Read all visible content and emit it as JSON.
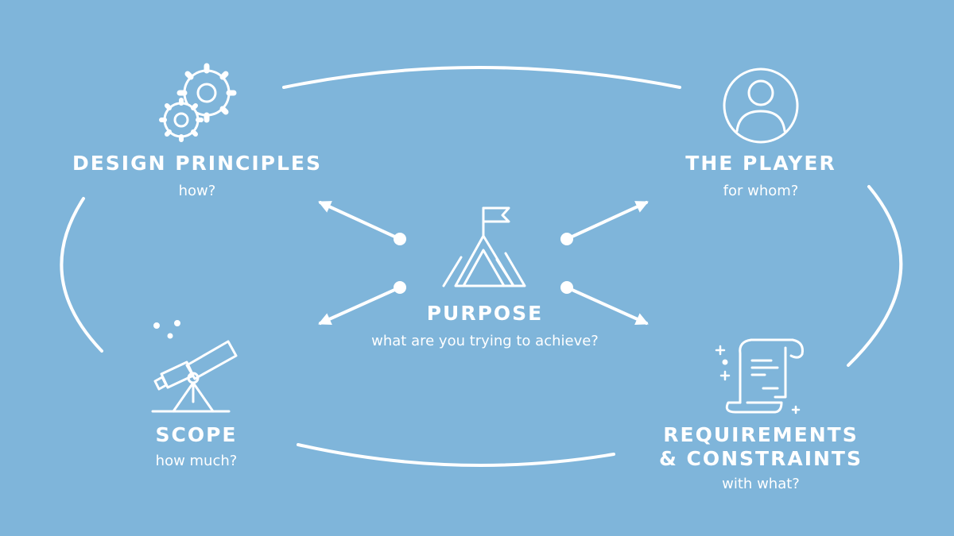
{
  "nodes": {
    "design_principles": {
      "title": "DESIGN PRINCIPLES",
      "subtitle": "how?"
    },
    "the_player": {
      "title": "THE PLAYER",
      "subtitle": "for whom?"
    },
    "purpose": {
      "title": "PURPOSE",
      "subtitle": "what are you trying to achieve?"
    },
    "scope": {
      "title": "SCOPE",
      "subtitle": "how much?"
    },
    "requirements": {
      "title_line1": "REQUIREMENTS",
      "title_line2": "& CONSTRAINTS",
      "subtitle": "with what?"
    }
  },
  "icons": {
    "design_principles": "gears-icon",
    "the_player": "user-circle-icon",
    "purpose": "mountain-flag-icon",
    "scope": "telescope-icon",
    "requirements": "scroll-icon"
  },
  "colors": {
    "background": "#7fb5da",
    "foreground": "#ffffff"
  }
}
